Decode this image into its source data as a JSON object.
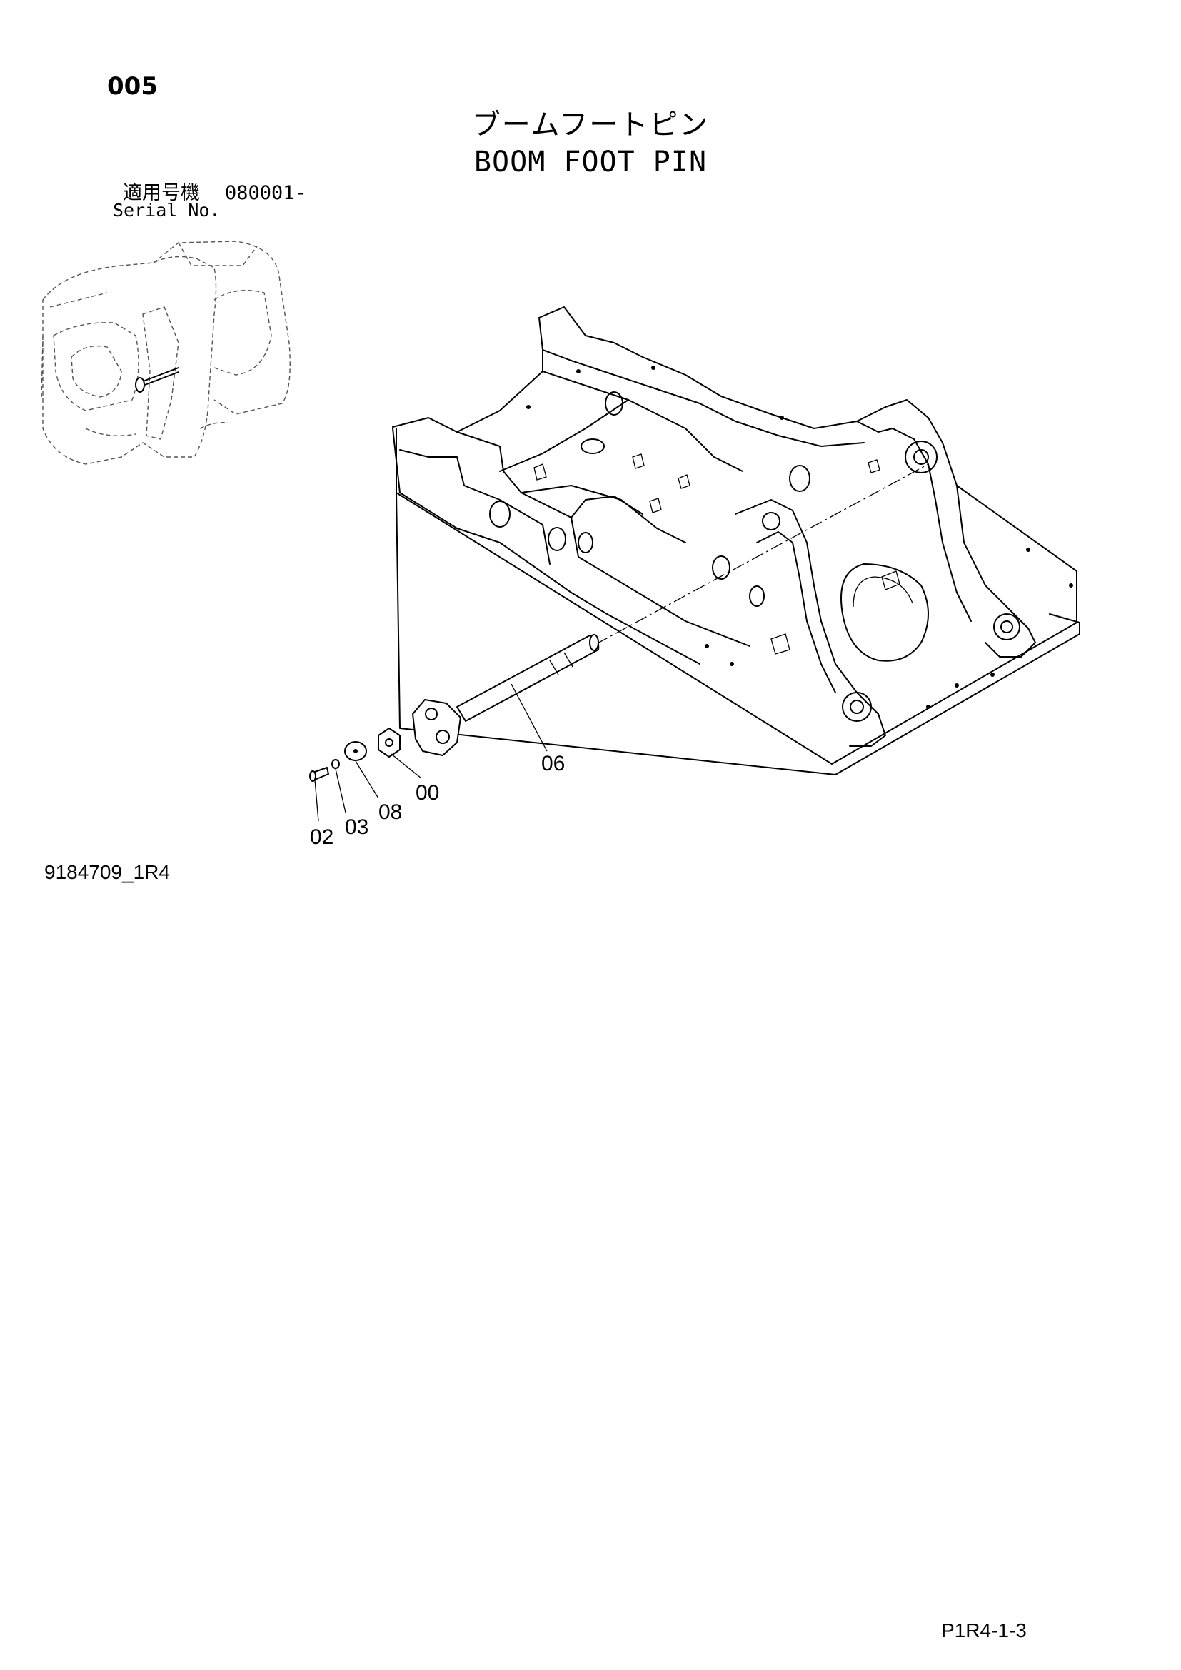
{
  "header": {
    "section_number": "005",
    "title_jp": "ブームフートピン",
    "title_en": "BOOM FOOT PIN"
  },
  "serial": {
    "label_jp": "適用号機",
    "value": "080001-",
    "label_en": "Serial No."
  },
  "callouts": [
    {
      "label": "06"
    },
    {
      "label": "00"
    },
    {
      "label": "08"
    },
    {
      "label": "03"
    },
    {
      "label": "02"
    }
  ],
  "footer": {
    "drawing_number": "9184709_1R4",
    "page_ref": "P1R4-1-3"
  }
}
